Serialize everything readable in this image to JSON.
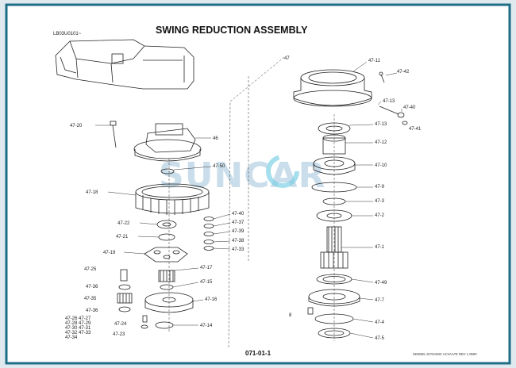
{
  "title": "SWING REDUCTION ASSEMBLY",
  "serial_code": "LB03U0101~",
  "page_number": "071-01-1",
  "footer_note": "SKENEL DYNAMIC ACVAA7E REV 1 0500",
  "watermark": "SUNCAR",
  "colors": {
    "border": "#1f6e87",
    "frame_outer": "#dfe9ee",
    "watermark": "#9fc3da"
  },
  "labels": {
    "l47": "47",
    "l47_11": "47-11",
    "l47_42": "47-42",
    "l47_13a": "47-13",
    "l47_40": "47-40",
    "l47_41": "47-41",
    "l47_13b": "47-13",
    "l47_12": "47-12",
    "l47_10": "47-10",
    "l47_9": "47-9",
    "l47_3": "47-3",
    "l47_2": "47-2",
    "l47_1": "47-1",
    "l47_49": "47-49",
    "l47_7": "47-7",
    "l47_4": "47-4",
    "l47_5": "47-5",
    "l8": "8",
    "l47_20": "47-20",
    "l46": "46",
    "l47_50": "47-50",
    "l47_18": "47-18",
    "l47_22": "47-22",
    "l47_21": "47-21",
    "l47_19": "47-19",
    "l47_40b": "47-40",
    "l47_37": "47-37",
    "l47_39": "47-39",
    "l47_38": "47-38",
    "l47_33": "47-33",
    "l47_17": "47-17",
    "l47_15": "47-15",
    "l47_25": "47-25",
    "l47_36a": "47-36",
    "l47_35": "47-35",
    "l47_36b": "47-36",
    "l47_16": "47-16",
    "l47_24": "47-24",
    "l47_14": "47-14",
    "l47_23": "47-23",
    "g1": "47-26  47-27",
    "g2": "47-28  47-29",
    "g3": "47-30  47-31",
    "g4": "47-32  47-33",
    "g5": "47-34"
  }
}
